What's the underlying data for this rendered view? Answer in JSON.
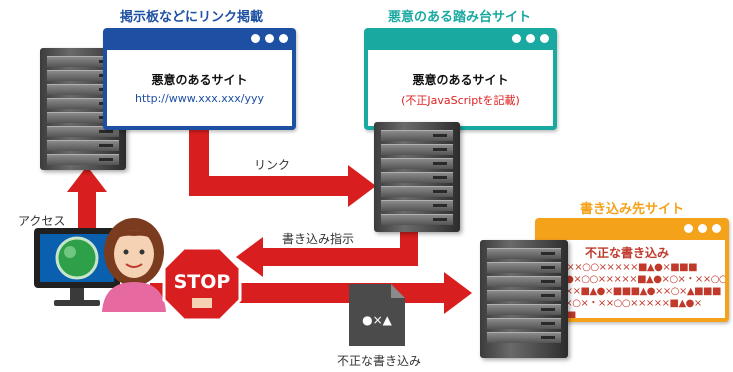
{
  "labels": {
    "bbs_title": "掲示板などにリンク掲載",
    "stepping_title": "悪意のある踏み台サイト",
    "target_title": "書き込み先サイト",
    "link": "リンク",
    "access": "アクセス",
    "write_instruction": "書き込み指示",
    "bad_write_bottom": "不正な書き込み",
    "stop": "STOP",
    "document_symbols": "●×▲"
  },
  "bbs_window": {
    "heading": "悪意のあるサイト",
    "url": "http://www.xxx.xxx/yyy"
  },
  "stepping_window": {
    "heading": "悪意のあるサイト",
    "note": "(不正JavaScriptを記載)"
  },
  "target_window": {
    "heading": "不正な書き込み",
    "rows": [
      "×・××○○×××××■▲●×■■■",
      "▲■●×○○×××××■▲●×○×・××○○×",
      "××××■▲●×■■■▲●××○×▲■■■",
      "▲●×○×・××○○×××××■▲●×",
      "■■■"
    ]
  },
  "colors": {
    "bbs": "#1d4fa3",
    "stepping": "#1aa9a0",
    "target": "#f5a21b",
    "arrow": "#d81e1e",
    "red_text": "#e02020"
  }
}
